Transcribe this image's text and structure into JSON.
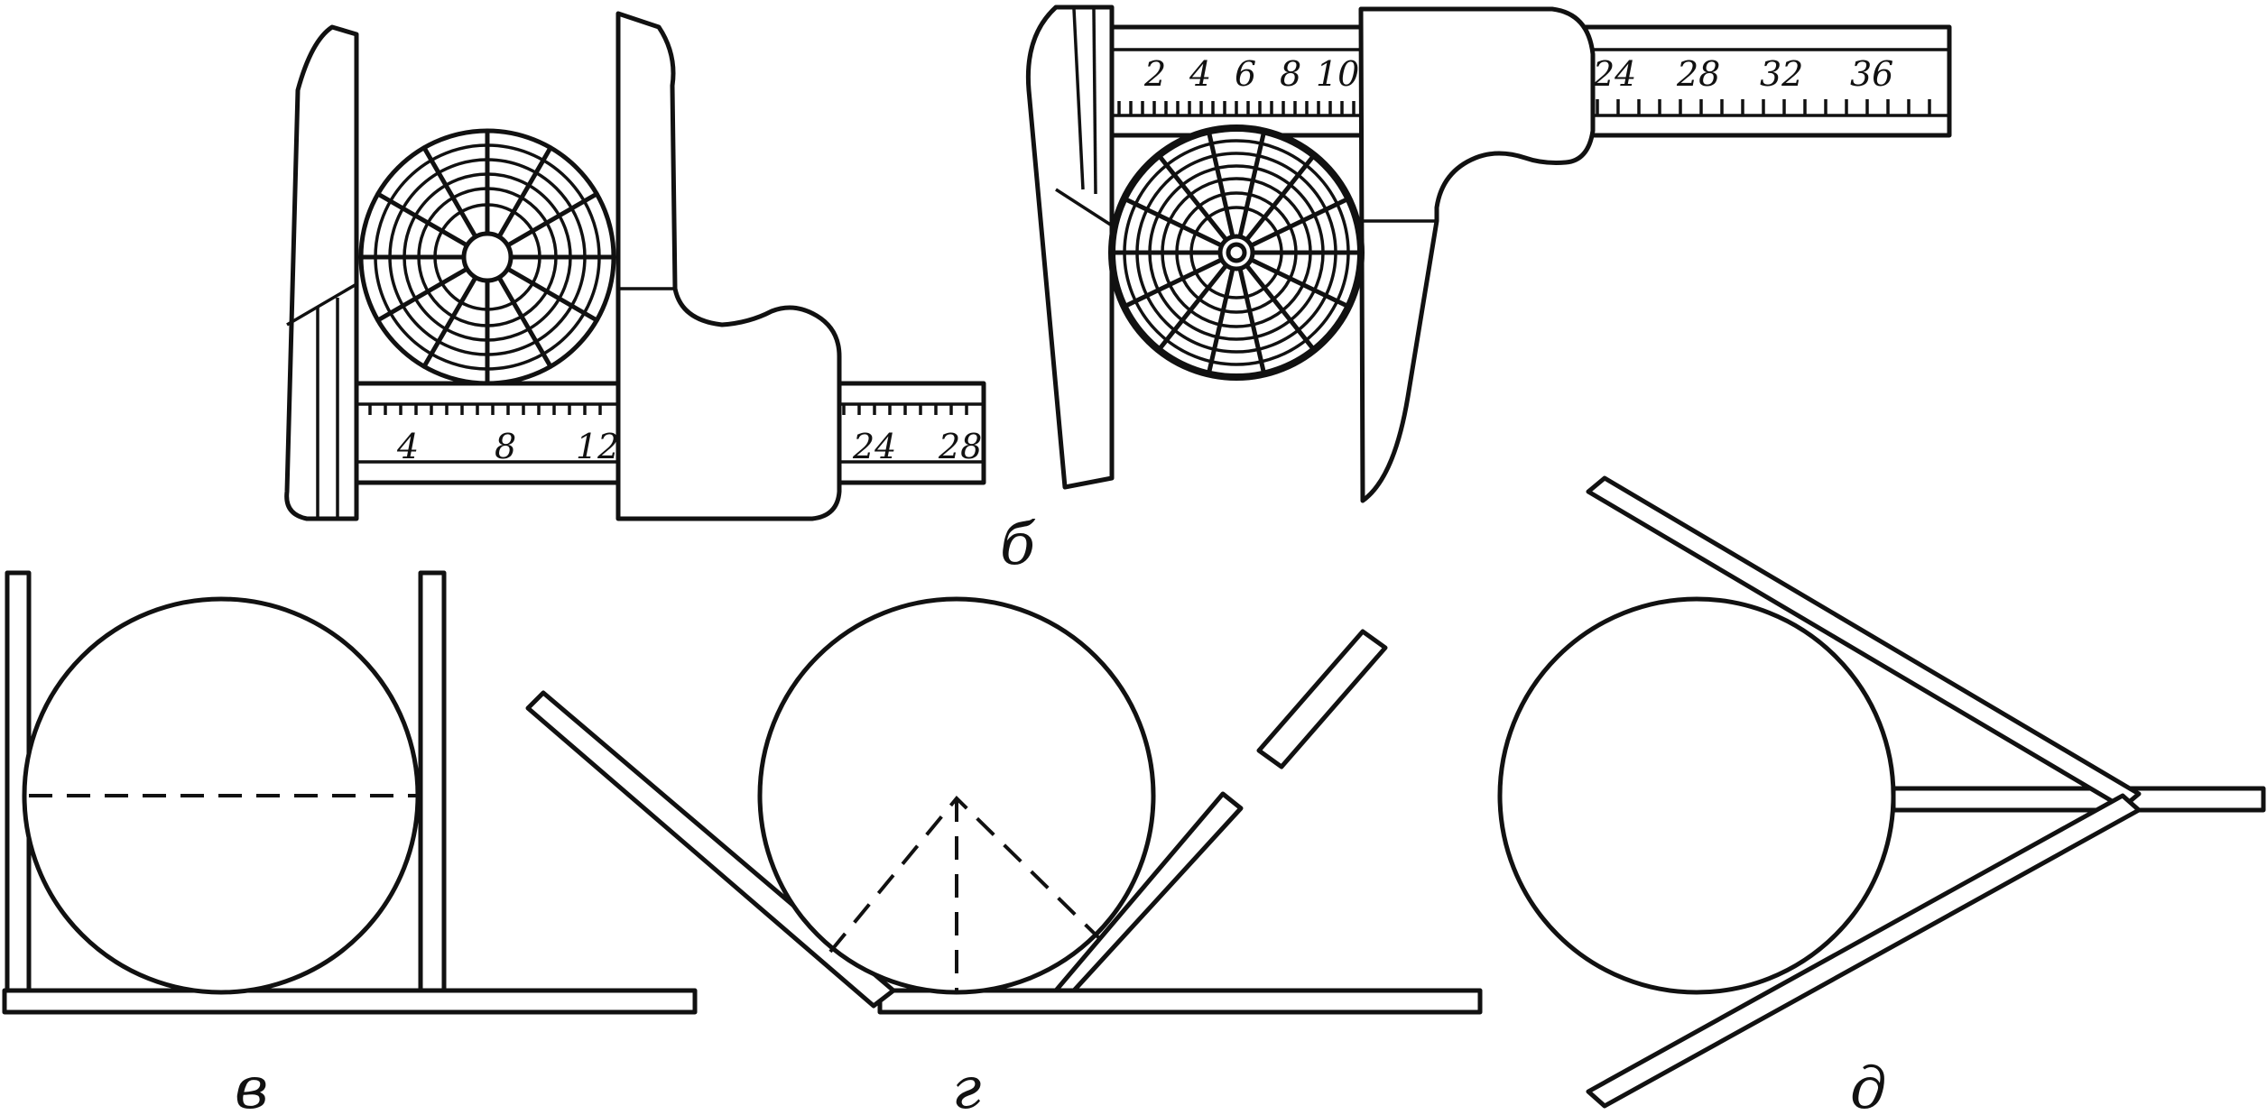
{
  "figure": {
    "labels": {
      "b": "б",
      "v": "в",
      "g": "г",
      "d": "д"
    },
    "caliper_a": {
      "scale_numbers": [
        "4",
        "8",
        "12",
        "24",
        "28"
      ]
    },
    "caliper_b": {
      "scale_numbers": [
        "2",
        "4",
        "6",
        "8",
        "10",
        "24",
        "28",
        "32",
        "36"
      ]
    }
  }
}
